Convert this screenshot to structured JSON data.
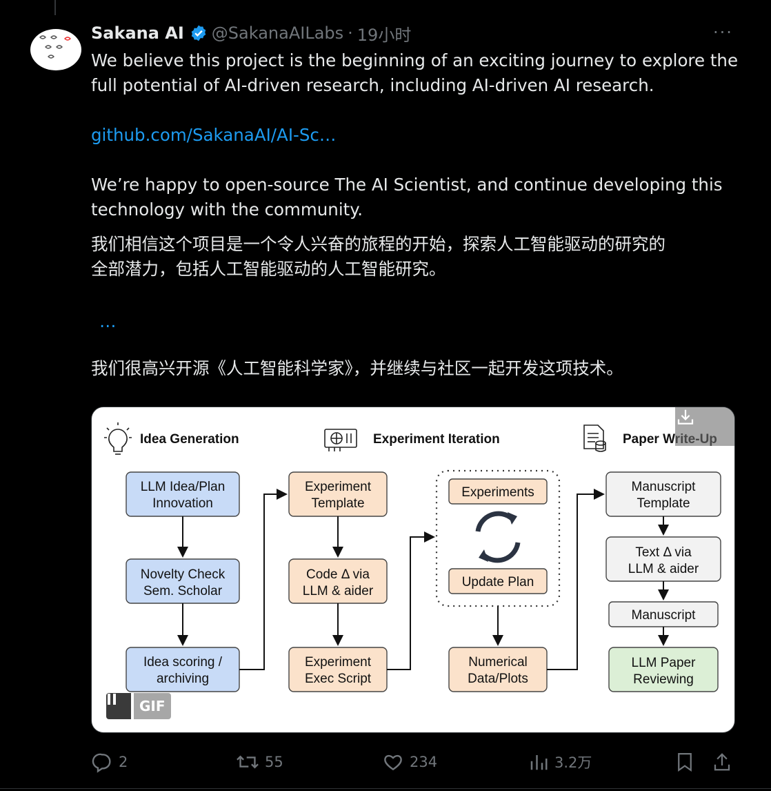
{
  "tweet": {
    "author_name": "Sakana AI",
    "handle": "@SakanaAILabs",
    "separator": "·",
    "time": "19小时",
    "more_label": "···",
    "en_para1_line1": "We believe this project is the beginning of an exciting journey to explore the",
    "en_para1_line2": "full potential of AI-driven research, including AI-driven AI research.",
    "link_text": "github.com/SakanaAI/AI-Sc…",
    "en_para2_line1": "We’re happy to open-source The AI Scientist, and continue developing this",
    "en_para2_line2": "technology with the community.",
    "zh_para1_line1": "我们相信这个项目是一个令人兴奋的旅程的开始，探索人工智能驱动的研究的",
    "zh_para1_line2": "全部潜力，包括人工智能驱动的人工智能研究。",
    "ellipsis": "…",
    "zh_para2": "我们很高兴开源《人工智能科学家》，并继续与社区一起开发这项技术。"
  },
  "diagram": {
    "col1_header": "Idea Generation",
    "col2_header": "Experiment Iteration",
    "col3_header": "Paper Write-Up",
    "boxes": {
      "b1": [
        "LLM Idea/Plan",
        "Innovation"
      ],
      "b2": [
        "Novelty Check",
        "Sem. Scholar"
      ],
      "b3": [
        "Idea scoring /",
        "archiving"
      ],
      "b4": [
        "Experiment",
        "Template"
      ],
      "b5": [
        "Code Δ via",
        "LLM & aider"
      ],
      "b6": [
        "Experiment",
        "Exec Script"
      ],
      "b7": [
        "Experiments"
      ],
      "b8": [
        "Update Plan"
      ],
      "b9": [
        "Numerical",
        "Data/Plots"
      ],
      "b10": [
        "Manuscript",
        "Template"
      ],
      "b11": [
        "Text Δ via",
        "LLM & aider"
      ],
      "b12": [
        "Manuscript"
      ],
      "b13": [
        "LLM Paper",
        "Reviewing"
      ]
    },
    "colors": {
      "blue": "#c8dbf7",
      "orange": "#fbe2cb",
      "gray": "#f2f2f2",
      "green": "#dcefd6"
    }
  },
  "gif_label": "GIF",
  "actions": {
    "reply_count": "2",
    "retweet_count": "55",
    "like_count": "234",
    "view_count": "3.2万"
  },
  "icons": [
    "verified-badge-icon",
    "more-icon",
    "download-icon",
    "pause-icon",
    "reply-icon",
    "retweet-icon",
    "like-icon",
    "views-icon",
    "bookmark-icon",
    "share-icon",
    "lightbulb-icon",
    "gpu-icon",
    "document-icon",
    "refresh-cycle-icon"
  ]
}
